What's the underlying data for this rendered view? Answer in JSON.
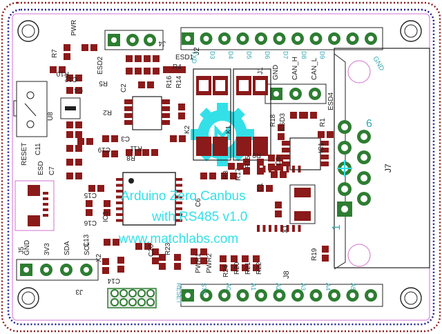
{
  "board": {
    "colors": {
      "background": "#ffffff",
      "outline_red": "#8b1a1a",
      "outline_blue": "#1a1a8c",
      "edge": "#d070d0",
      "silk": "#202020",
      "pad": "#8b1a1a",
      "pad_green": "#2e7d32",
      "ground": "#33e0e8",
      "logo": "#33e0e8",
      "wire": "#1a1a8c"
    },
    "brand_text": {
      "line1": "Arduino Zero Canbus",
      "line2": "with RS485 v1.0",
      "line3": "www.matchlabs.com"
    },
    "component_labels": {
      "pwr": "PWR",
      "r7": "R7",
      "r10": "R10",
      "c4": "C4",
      "esd2": "ESD2",
      "c12": "C12",
      "u8": "U8",
      "reset": "RESET",
      "c11": "C11",
      "esd": "ESD",
      "c7": "C7",
      "j5": "J5",
      "j3": "J3",
      "c15": "C15",
      "c16": "C16",
      "ic3": "IC3",
      "c13": "C13",
      "x2": "X2",
      "c14": "C14",
      "c20": "C20",
      "c6": "C6",
      "r23": "R23",
      "c2": "C2",
      "r2": "R2",
      "c3": "C3",
      "c19": "C19",
      "r8": "R8",
      "r11": "R11",
      "r5": "R5",
      "r16": "R16",
      "r14": "R14",
      "r4": "R4",
      "esd1": "ESD1",
      "j4": "J4",
      "j2": "J2",
      "k2": "K2",
      "k1": "K1",
      "r17": "R17",
      "r15": "R15",
      "r3": "R3",
      "c1": "C1",
      "c9": "C9",
      "r9": "R9",
      "r18": "R18",
      "esd3": "ESD3",
      "r1": "R1",
      "ic1": "IC1",
      "esd4": "ESD4",
      "j1": "J1",
      "j7": "J7",
      "x1": "X1",
      "r19": "R19",
      "j8": "J8",
      "pwr1": "PWR1",
      "pwr2": "PWR2",
      "r24": "R24",
      "r20": "R20",
      "r21": "R21",
      "r22": "R22",
      "pin6": "6",
      "pin1": "1"
    },
    "header_labels": {
      "j1": [
        "GND",
        "CAN_H",
        "CAN_L"
      ],
      "j5": [
        "GND",
        "3V3",
        "SDA",
        "SCL"
      ],
      "j2": [
        "TXD",
        "D3",
        "D4",
        "D5",
        "D6",
        "D7",
        "D8",
        "D9"
      ],
      "j8": [
        "RESET",
        "STC",
        "A0",
        "A1",
        "A2",
        "A3",
        "A4",
        "A5"
      ],
      "misc": [
        "GND"
      ]
    }
  }
}
